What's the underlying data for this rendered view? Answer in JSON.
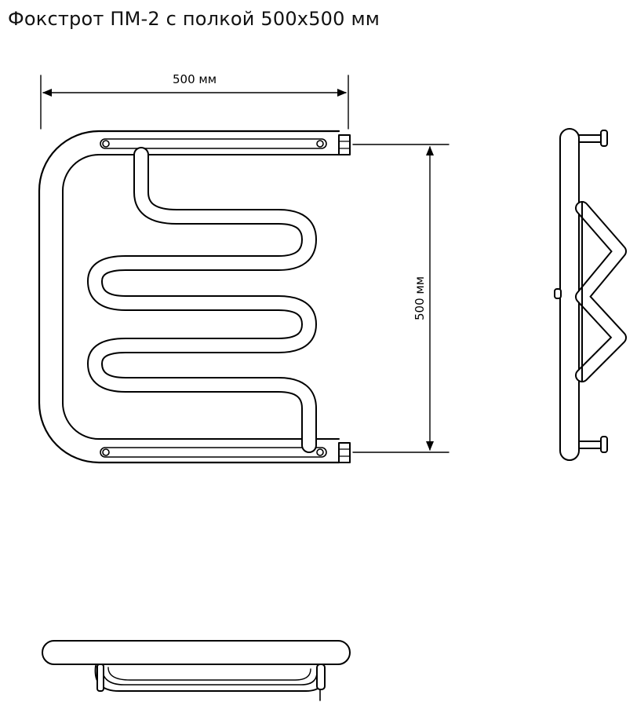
{
  "title": "Фокстрот ПМ-2 с полкой 500х500 мм",
  "dimensions": {
    "width_label": "500 мм",
    "height_label": "500 мм"
  },
  "colors": {
    "line": "#000000",
    "background": "#ffffff"
  }
}
